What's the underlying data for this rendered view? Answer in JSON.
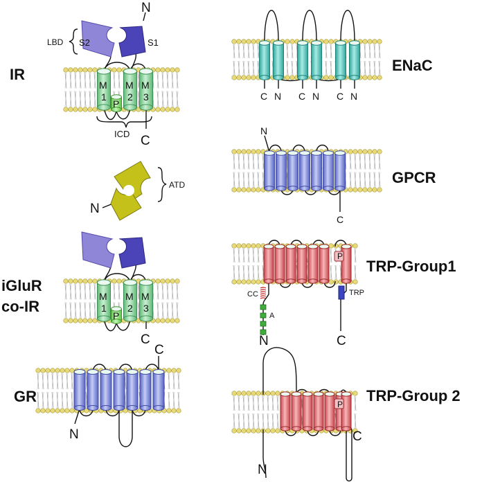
{
  "receptors": {
    "ir": "IR",
    "iglur_line1": "iGluR",
    "iglur_line2": "co-IR",
    "gr": "GR",
    "enac": "ENaC",
    "gpcr": "GPCR",
    "trp1": "TRP-Group1",
    "trp2": "TRP-Group 2"
  },
  "ir_labels": {
    "lbd": "LBD",
    "s1": "S1",
    "s2": "S2",
    "n": "N",
    "c": "C",
    "icd": "ICD",
    "m1_a": "M",
    "m1_b": "1",
    "m2_a": "M",
    "m2_b": "2",
    "m3_a": "M",
    "m3_b": "3",
    "p": "P"
  },
  "iglur_labels": {
    "atd": "ATD",
    "n": "N",
    "c": "C",
    "m1_a": "M",
    "m1_b": "1",
    "m2_a": "M",
    "m2_b": "2",
    "m3_a": "M",
    "m3_b": "3",
    "p": "P"
  },
  "gr_labels": {
    "n": "N",
    "c": "C"
  },
  "enac_labels": {
    "c1": "C",
    "n1": "N",
    "c2": "C",
    "n2": "N",
    "c3": "C",
    "n3": "N"
  },
  "gpcr_labels": {
    "n": "N",
    "c": "C"
  },
  "trp1_labels": {
    "cc": "CC",
    "a": "A",
    "n": "N",
    "trp": "TRP",
    "c": "C",
    "p": "P"
  },
  "trp2_labels": {
    "n": "N",
    "c": "C",
    "p": "P"
  },
  "colors": {
    "lipid_head": "#e8d97a",
    "lipid_outline": "#a89a3a",
    "green": "#8fd6a0",
    "green_dark": "#3f8f55",
    "teal": "#5cc9c0",
    "blue": "#8d99e0",
    "lbd_light": "#8f86d8",
    "lbd_dark": "#4b43b8",
    "atd": "#c4c21a",
    "red": "#e66b70",
    "pore_green": "#8fe07a"
  }
}
